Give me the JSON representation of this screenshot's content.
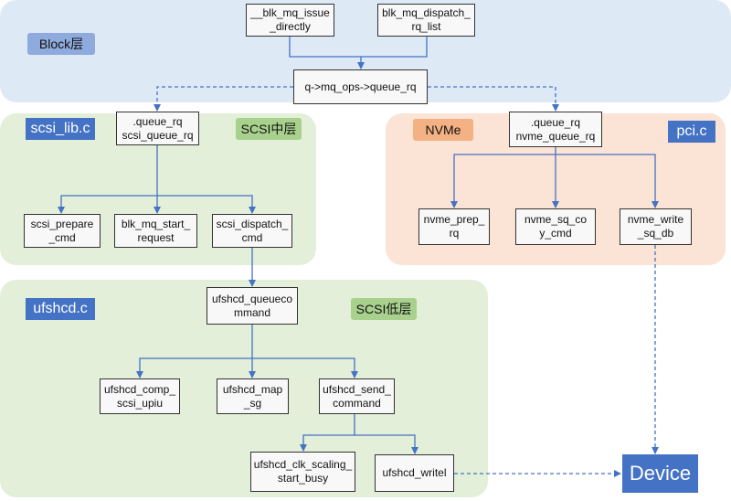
{
  "regions": {
    "block": {
      "label": "Block层"
    },
    "scsi_mid": {
      "file": "scsi_lib.c",
      "label": "SCSI中层"
    },
    "nvme": {
      "tag": "NVMe",
      "file": "pci.c"
    },
    "ufs": {
      "file": "ufshcd.c",
      "label": "SCSI低层"
    }
  },
  "nodes": {
    "blk_issue": "__blk_mq_issue\n_directly",
    "blk_dispatch": "blk_mq_dispatch_\nrq_list",
    "queue_rq": "q->mq_ops->queue_rq",
    "scsi_queue_rq": ".queue_rq\nscsi_queue_rq",
    "scsi_prepare": "scsi_prepare\n_cmd",
    "blk_mq_start": "blk_mq_start_\nrequest",
    "scsi_dispatch": "scsi_dispatch_\ncmd",
    "nvme_queue_rq": ".queue_rq\nnvme_queue_rq",
    "nvme_prep": "nvme_prep_\nrq",
    "nvme_sq_copy": "nvme_sq_co\ny_cmd",
    "nvme_write": "nvme_write\n_sq_db",
    "ufshcd_queuecommand": "ufshcd_queueco\nmmand",
    "ufshcd_comp": "ufshcd_comp_\nscsi_upiu",
    "ufshcd_map": "ufshcd_map\n_sg",
    "ufshcd_send": "ufshcd_send_\ncommand",
    "ufshcd_clk": "ufshcd_clk_scaling_\nstart_busy",
    "ufshcd_writel": "ufshcd_writel"
  },
  "device": "Device",
  "colors": {
    "block_bg": "#dee9f6",
    "scsi_bg": "#e3efd9",
    "nvme_bg": "#fbe3d5",
    "ufs_bg": "#e3efd9",
    "arrow": "#4472c4"
  }
}
